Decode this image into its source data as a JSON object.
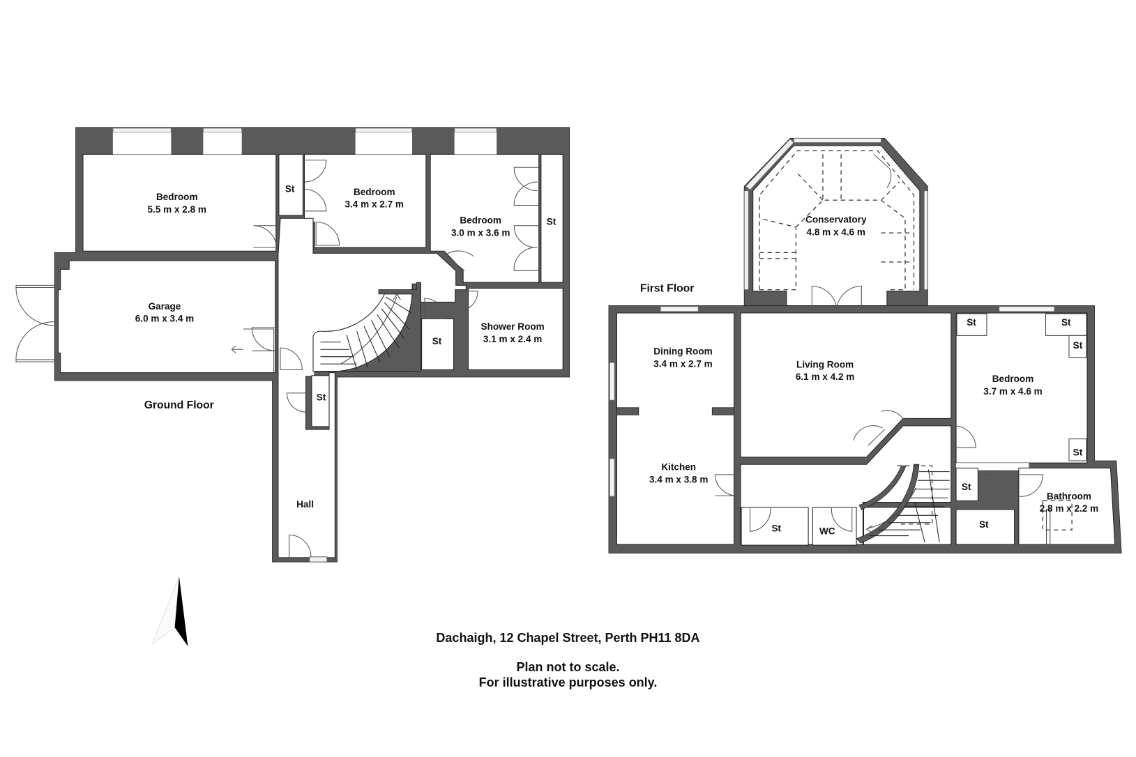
{
  "ground_floor": {
    "label": "Ground Floor",
    "rooms": [
      {
        "name": "Bedroom",
        "size": "5.5 m x 2.8 m"
      },
      {
        "name": "Bedroom",
        "size": "3.4 m x 2.7 m"
      },
      {
        "name": "Bedroom",
        "size": "3.0 m x 3.6 m"
      },
      {
        "name": "Garage",
        "size": "6.0 m x 3.4 m"
      },
      {
        "name": "Shower Room",
        "size": "3.1 m x 2.4 m"
      },
      {
        "name": "Hall",
        "size": ""
      }
    ],
    "storage_label": "St"
  },
  "first_floor": {
    "label": "First Floor",
    "rooms": [
      {
        "name": "Conservatory",
        "size": "4.8 m x 4.6 m"
      },
      {
        "name": "Dining Room",
        "size": "3.4 m x 2.7 m"
      },
      {
        "name": "Living Room",
        "size": "6.1 m x 4.2 m"
      },
      {
        "name": "Bedroom",
        "size": "3.7 m x 4.6 m"
      },
      {
        "name": "Kitchen",
        "size": "3.4 m x 3.8 m"
      },
      {
        "name": "Bathroom",
        "size": "2.8 m x 2.2 m"
      }
    ],
    "storage_label": "St",
    "wc_label": "WC"
  },
  "address": "Dachaigh, 12 Chapel Street, Perth PH11 8DA",
  "disclaimer_line1": "Plan not to scale.",
  "disclaimer_line2": "For illustrative purposes only.",
  "icons": {
    "compass": "north-arrow-icon"
  },
  "colors": {
    "wall": "#5a5a5a",
    "line": "#222222",
    "background": "#ffffff"
  }
}
